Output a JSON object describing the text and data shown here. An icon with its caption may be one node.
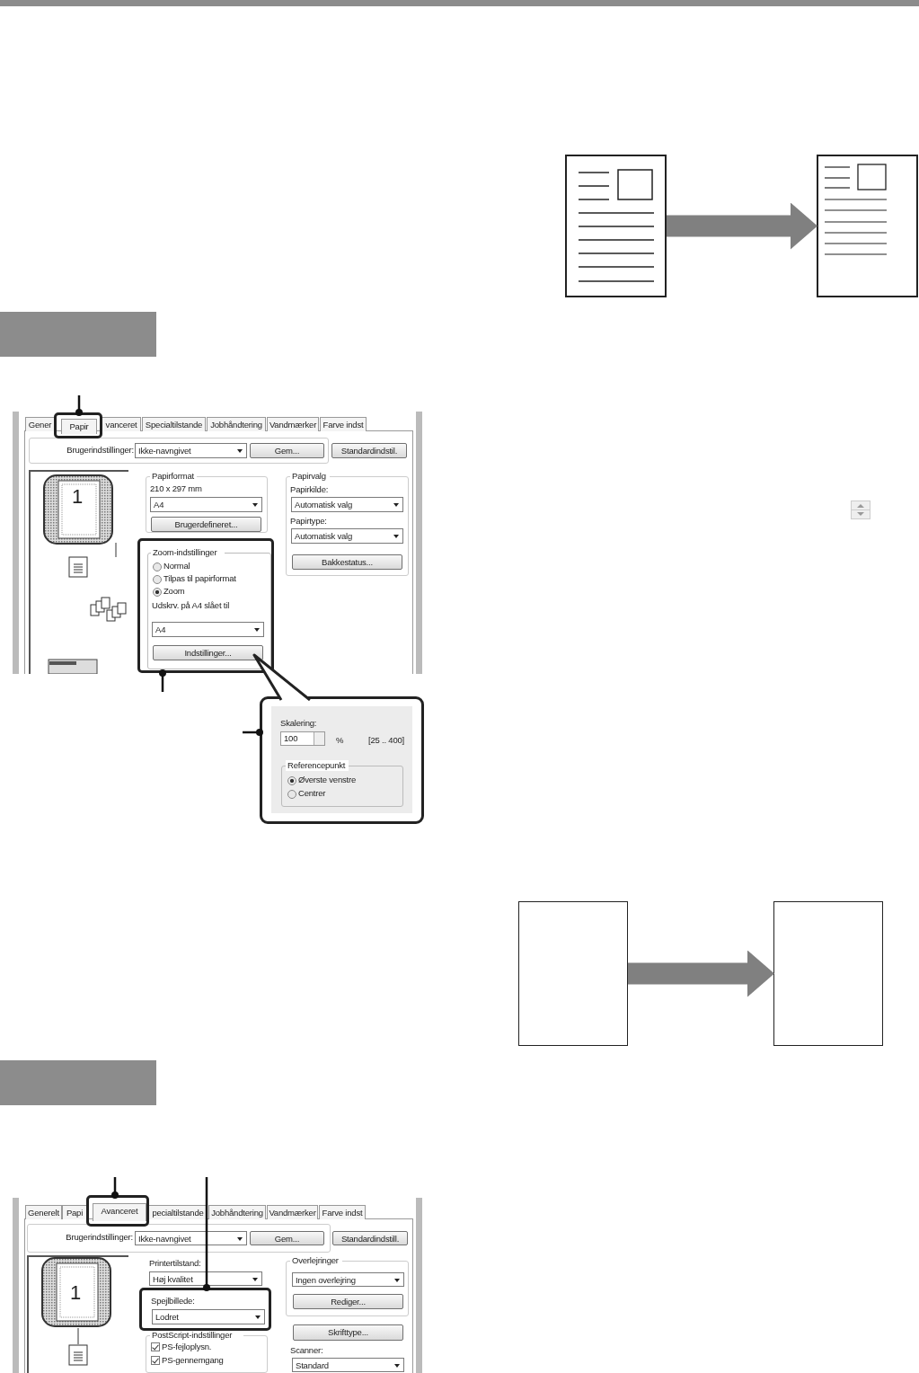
{
  "diagram": {
    "nodes": [
      {
        "text": [],
        "shape": "picture"
      },
      {
        "text": [],
        "shape": "picture"
      },
      {
        "text": [
          "Papir"
        ]
      },
      {
        "text": [
          "Zoom-indstillinger",
          "Normal",
          "Tilpas til papirformat",
          "Zoom",
          "Udskrv. på A4 slået til",
          "A4",
          "Indstillinger..."
        ]
      },
      {
        "text": [
          "Skalering:",
          "100",
          "%",
          "[25 .. 400]",
          "Referencepunkt",
          "Øverste venstre",
          "Centrer"
        ]
      },
      {
        "text": [],
        "shape": "box"
      },
      {
        "text": [],
        "shape": "box"
      },
      {
        "text": [
          "Avanceret"
        ]
      },
      {
        "text": [
          "Spejlbillede:",
          "Lodret"
        ]
      }
    ],
    "edges": [
      {
        "from": 0,
        "to": 1,
        "arrow": "to",
        "style": "thick",
        "color": "#808080"
      },
      {
        "from": null,
        "to": 2,
        "arrow": "other"
      },
      {
        "from": null,
        "to": 3,
        "arrow": "other"
      },
      {
        "from": null,
        "to": 4,
        "arrow": "other"
      },
      {
        "from": 5,
        "to": 6,
        "arrow": "to",
        "style": "thick",
        "color": "#808080"
      },
      {
        "from": null,
        "to": 7,
        "arrow": "other"
      },
      {
        "from": null,
        "to": 8,
        "arrow": "other"
      }
    ],
    "labels": [
      "Gener",
      "vanceret",
      "Specialtilstande",
      "Jobhåndtering",
      "Vandmærker",
      "Farve indst",
      "Brugerindstillinger:",
      "Ikke-navngivet",
      "Gem...",
      "Standardindstil.",
      "1",
      "Papirformat",
      "210 x 297 mm",
      "A4",
      "Brugerdefineret...",
      "Papirvalg",
      "Papirkilde:",
      "Automatisk valg",
      "Papirtype:",
      "Automatisk valg",
      "Bakkestatus...",
      "Generelt",
      "Papi",
      "pecialtilstande",
      "Jobhåndtering",
      "Vandmærker",
      "Farve indst",
      "Brugerindstillinger:",
      "Ikke-navngivet",
      "Gem...",
      "Standardindstill.",
      "1",
      "Printertilstand:",
      "Høj kvalitet",
      "Overlejringer",
      "Ingen overlejring",
      "Rediger...",
      "PostScript-indstillinger",
      "PS-fejloplysn.",
      "PS-gennemgang",
      "Skrifttype...",
      "Scanner:",
      "Standard"
    ]
  }
}
